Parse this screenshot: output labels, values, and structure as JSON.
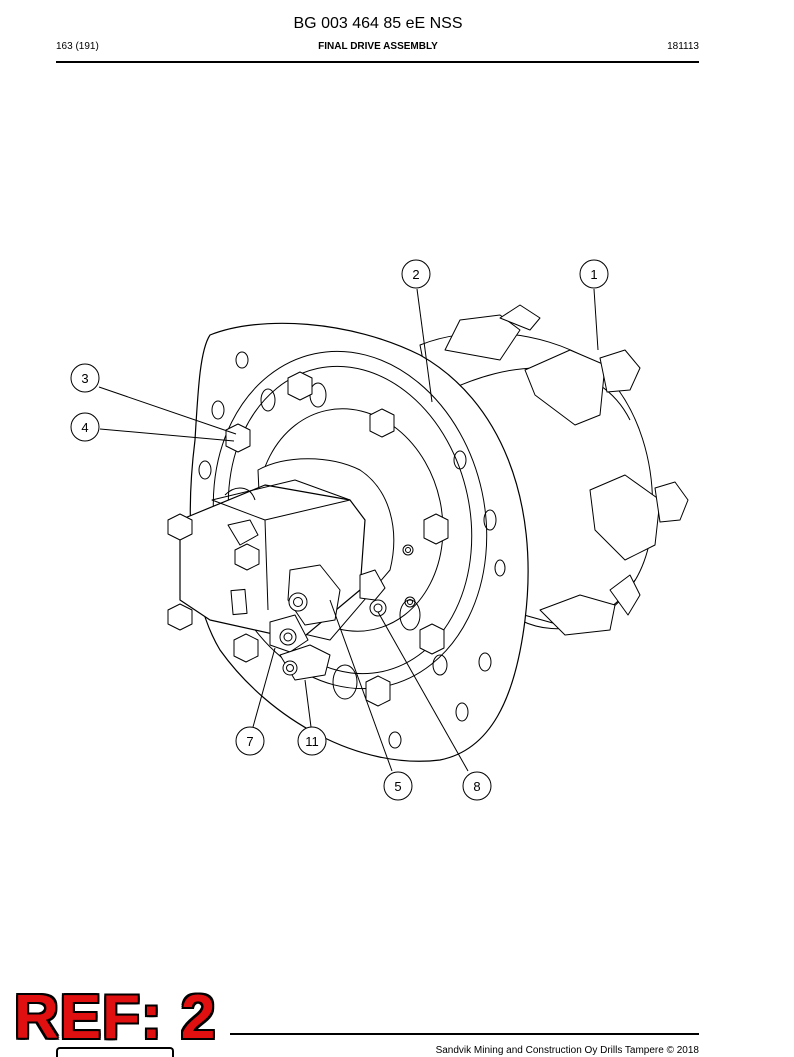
{
  "document": {
    "title": "BG 003 464 85 eE NSS",
    "page": "163 (191)",
    "section": "FINAL DRIVE ASSEMBLY",
    "date_code": "181113",
    "ref_stamp": "REF: 2",
    "copyright": "Sandvik Mining and Construction Oy Drills Tampere © 2018"
  },
  "callouts": [
    "2",
    "1",
    "3",
    "4",
    "7",
    "11",
    "5",
    "8"
  ]
}
